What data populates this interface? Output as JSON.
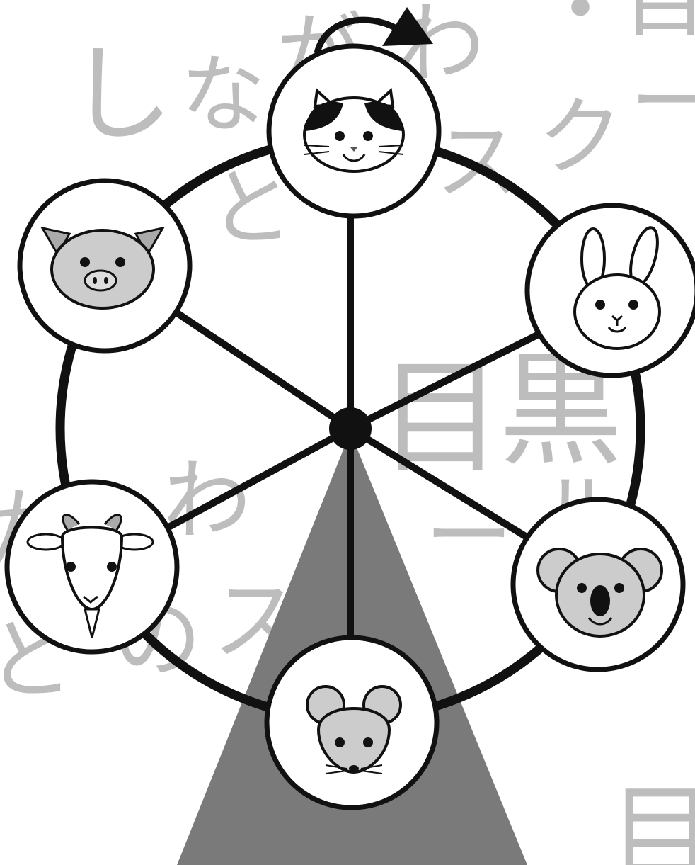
{
  "watermark": {
    "color": "#bdbdbd",
    "fragments": [
      "し",
      "な",
      "が",
      "わ",
      "・",
      "目",
      "と",
      "ス",
      "ク",
      "ー",
      "目",
      "黒",
      "が",
      "わ",
      "と",
      "の",
      "ス",
      "ー",
      "ル",
      "目"
    ]
  },
  "wheel": {
    "rim_color": "#111111",
    "stand_color": "#7a7a7a",
    "gondola_count": 6,
    "rotation_direction": "clockwise",
    "arrow_icon": "curved-arrow-clockwise",
    "gondolas": [
      {
        "position": "top",
        "animal": "cat",
        "icon": "cat-face-icon"
      },
      {
        "position": "upper-right",
        "animal": "rabbit",
        "icon": "rabbit-face-icon"
      },
      {
        "position": "lower-right",
        "animal": "koala",
        "icon": "koala-face-icon"
      },
      {
        "position": "bottom",
        "animal": "mouse",
        "icon": "mouse-face-icon"
      },
      {
        "position": "lower-left",
        "animal": "goat",
        "icon": "goat-face-icon"
      },
      {
        "position": "upper-left",
        "animal": "pig",
        "icon": "pig-face-icon"
      }
    ]
  }
}
